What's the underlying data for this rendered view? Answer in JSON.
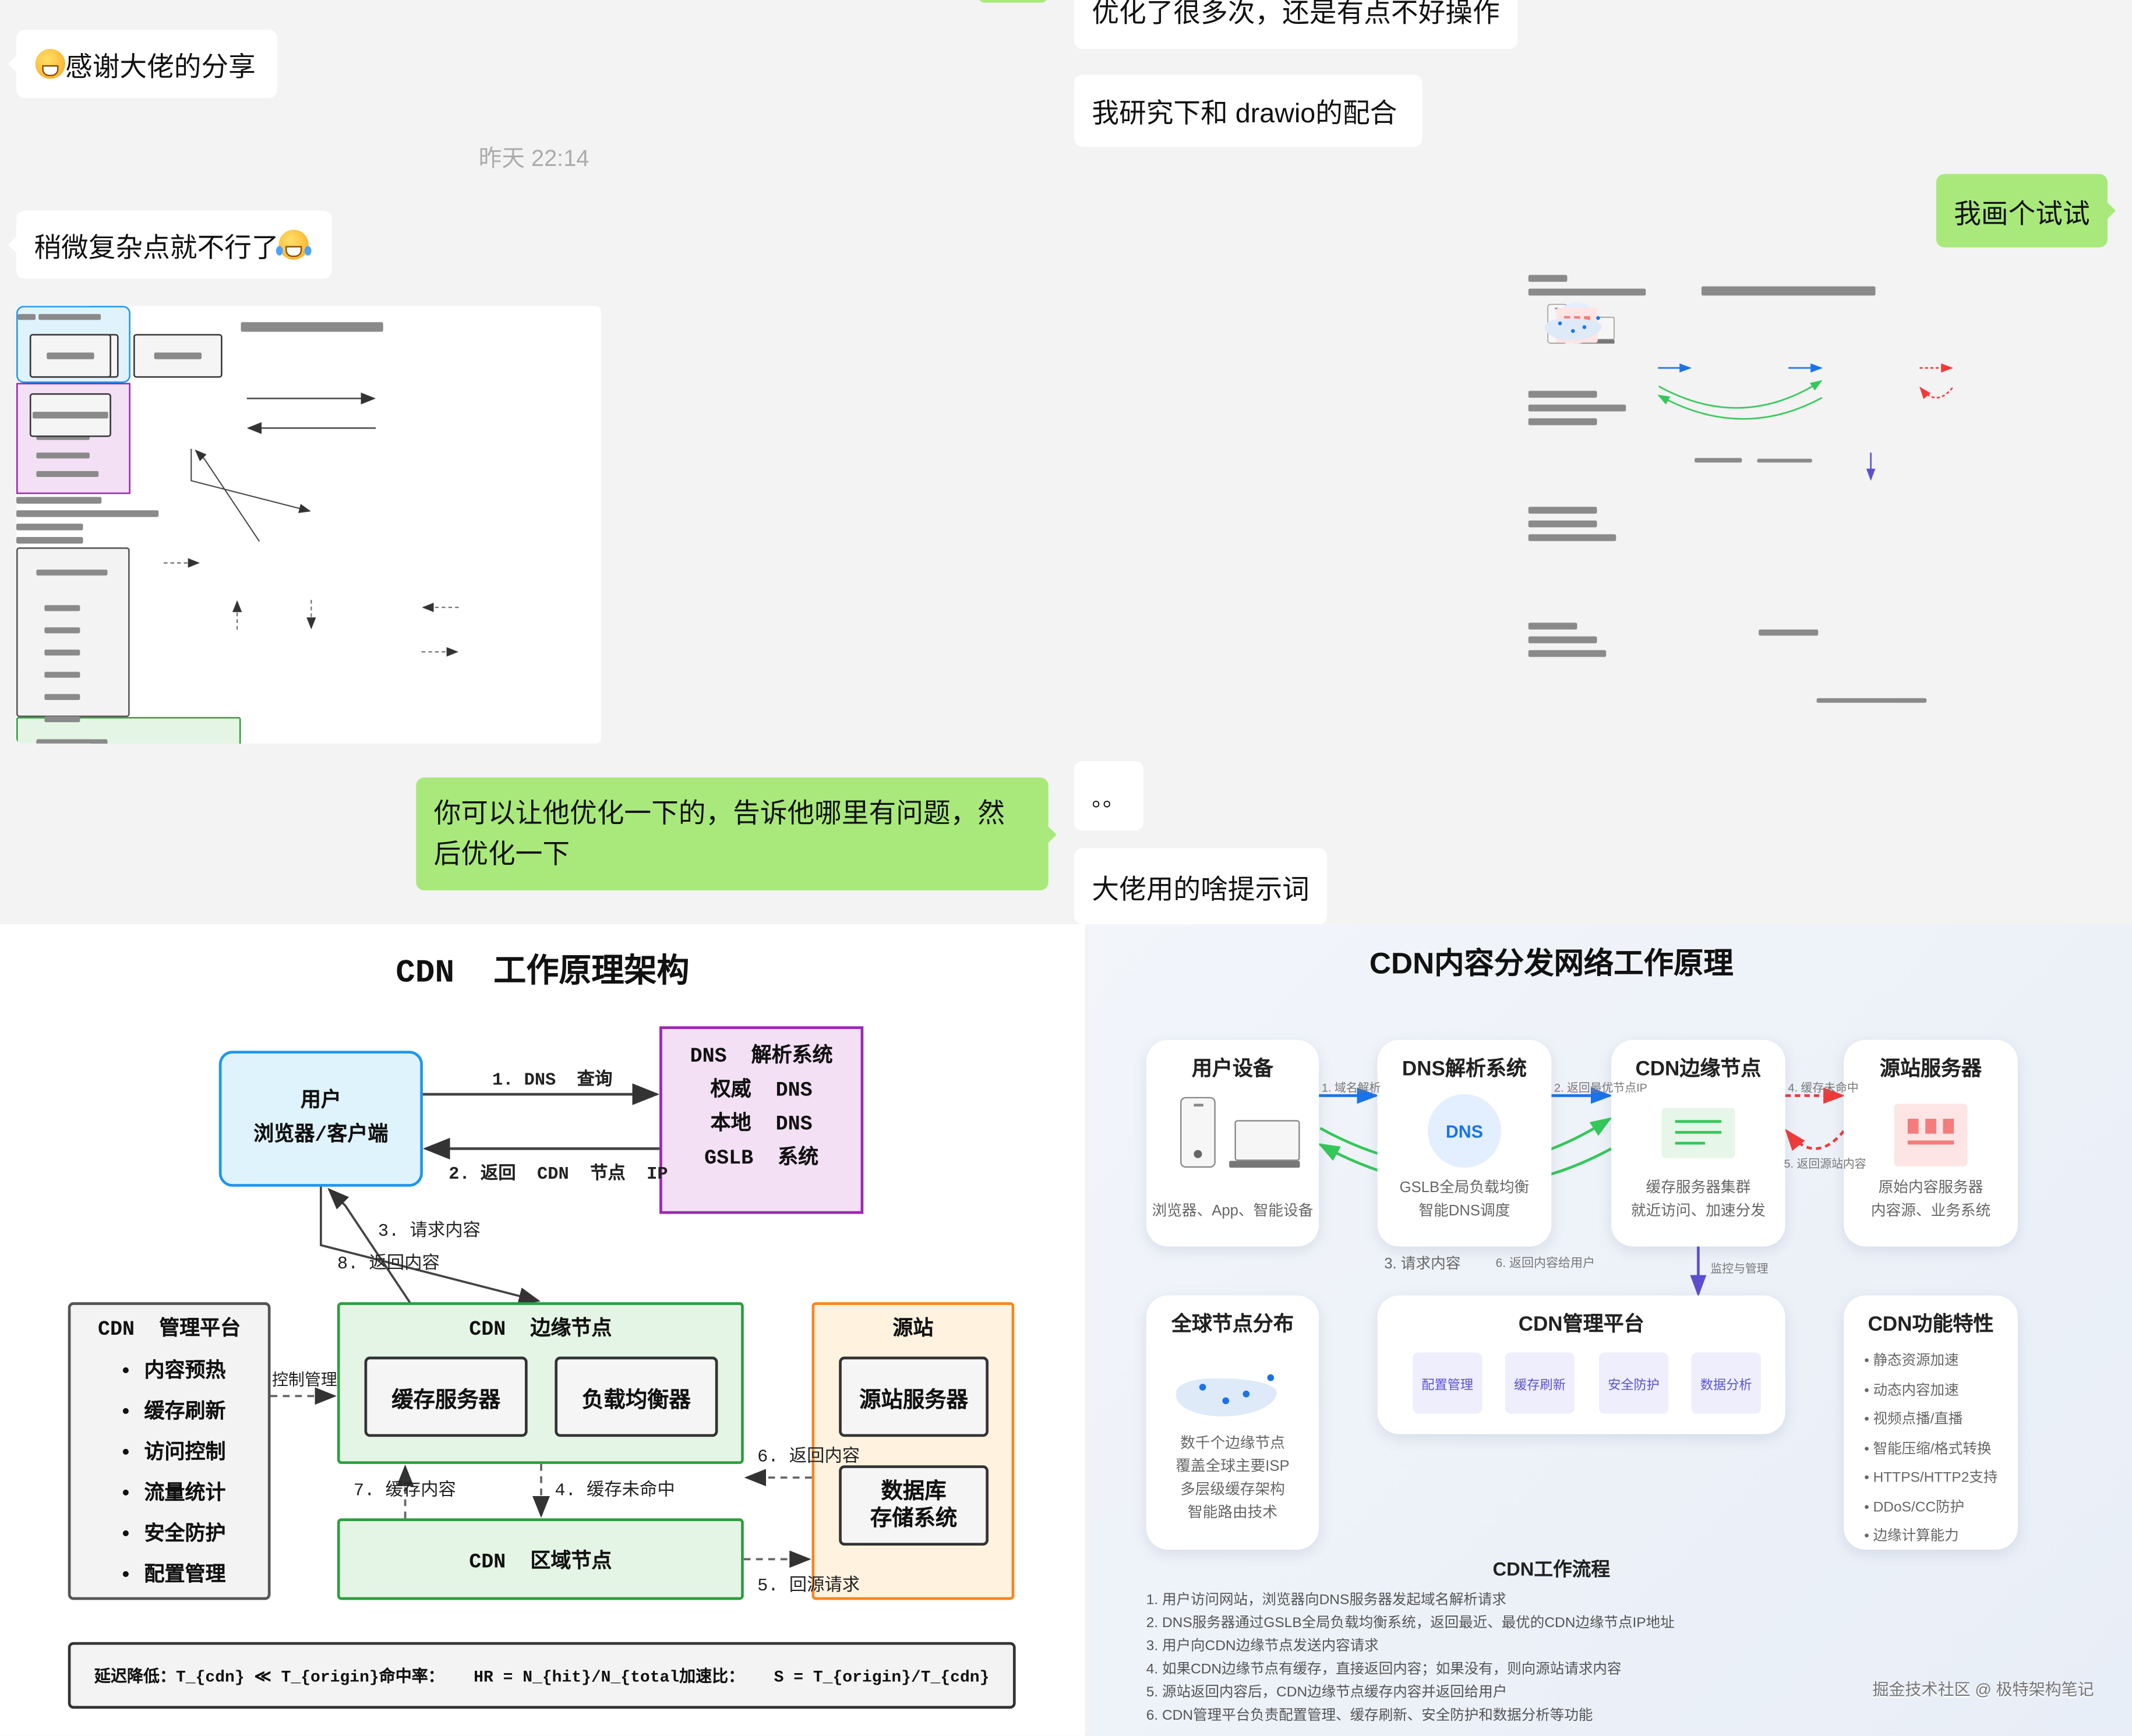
{
  "chat": {
    "top_right_partial_text": "优化了很多次，还是有点不好操作",
    "msg_thanks": {
      "emoji": "grin",
      "text": "感谢大佬的分享"
    },
    "timestamp": "昨天 22:14",
    "msg_drawio": "我研究下和 drawio的配合",
    "msg_try": "我画个试试",
    "msg_complex": {
      "text": "稍微复杂点就不行了",
      "emoji": "tears-of-joy"
    },
    "msg_optimize": "你可以让他优化一下的，告诉他哪里有问题，然后优化一下",
    "msg_dots": "。。",
    "msg_prompt": "大佬用的啥提示词",
    "colors": {
      "background": "#f3f3f3",
      "incoming_bubble": "#ffffff",
      "outgoing_bubble": "#a9e97b"
    }
  },
  "diagram_a": {
    "title": "CDN  工作原理架构",
    "user": {
      "line1": "用户",
      "line2": "浏览器/客户端"
    },
    "dns": {
      "lines": [
        "DNS  解析系统",
        "权威  DNS",
        "本地  DNS",
        "GSLB  系统"
      ]
    },
    "mgmt": {
      "title": "CDN  管理平台",
      "items": [
        "内容预热",
        "缓存刷新",
        "访问控制",
        "流量统计",
        "安全防护",
        "配置管理"
      ]
    },
    "edge": {
      "title": "CDN  边缘节点",
      "cache": "缓存服务器",
      "lb": "负载均衡器"
    },
    "origin": {
      "title": "源站",
      "server": "源站服务器",
      "db": "数据库\n存储系统"
    },
    "region": {
      "title": "CDN  区域节点"
    },
    "labels": {
      "dns_query": "1. DNS  查询",
      "return_ip": "2. 返回  CDN  节点  IP",
      "request": "3. 请求内容",
      "return_content": "8. 返回内容",
      "control": "控制管理",
      "cache_content": "7. 缓存内容",
      "cache_miss": "4. 缓存未命中",
      "origin_return": "6. 返回内容",
      "origin_request": "5. 回源请求"
    },
    "formula": "延迟降低：T_{cdn} ≪ T_{origin}命中率：   HR = N_{hit}/N_{total加速比：   S = T_{origin}/T_{cdn}",
    "colors": {
      "user": "#1e96f0",
      "dns": "#9c27b0",
      "edge": "#2e9e3e",
      "origin": "#f5871f",
      "mgmt": "#555555"
    }
  },
  "diagram_b": {
    "title": "CDN内容分发网络工作原理",
    "cards": {
      "user": {
        "title": "用户设备",
        "caption": "浏览器、App、智能设备"
      },
      "dns": {
        "title": "DNS解析系统",
        "badge": "DNS",
        "captions": [
          "GSLB全局负载均衡",
          "智能DNS调度"
        ]
      },
      "edge": {
        "title": "CDN边缘节点",
        "captions": [
          "缓存服务器集群",
          "就近访问、加速分发"
        ]
      },
      "origin": {
        "title": "源站服务器",
        "captions": [
          "原始内容服务器",
          "内容源、业务系统"
        ]
      },
      "global": {
        "title": "全球节点分布",
        "lines": [
          "数千个边缘节点",
          "覆盖全球主要ISP",
          "多层级缓存架构",
          "智能路由技术"
        ]
      },
      "mgmt": {
        "title": "CDN管理平台",
        "chips": [
          "配置管理",
          "缓存刷新",
          "安全防护",
          "数据分析"
        ]
      },
      "features": {
        "title": "CDN功能特性",
        "items": [
          "静态资源加速",
          "动态内容加速",
          "视频点播/直播",
          "智能压缩/格式转换",
          "HTTPS/HTTP2支持",
          "DDoS/CC防护",
          "边缘计算能力"
        ]
      }
    },
    "arrows": {
      "a1": "1. 域名解析",
      "a2": "2. 返回最优节点IP",
      "a3": "3. 请求内容",
      "a4": "4. 缓存未命中",
      "a5": "5. 返回源站内容",
      "a6": "6. 返回内容给用户",
      "monitor": "监控与管理"
    },
    "flow_title": "CDN工作流程",
    "steps": [
      "1. 用户访问网站，浏览器向DNS服务器发起域名解析请求",
      "2. DNS服务器通过GSLB全局负载均衡系统，返回最近、最优的CDN边缘节点IP地址",
      "3. 用户向CDN边缘节点发送内容请求",
      "4. 如果CDN边缘节点有缓存，直接返回内容；如果没有，则向源站请求内容",
      "5. 源站返回内容后，CDN边缘节点缓存内容并返回给用户",
      "6. CDN管理平台负责配置管理、缓存刷新、安全防护和数据分析等功能"
    ],
    "watermark": "掘金技术社区 @ 极特架构笔记",
    "colors": {
      "blue": "#1a73e8",
      "green": "#34c759",
      "red": "#f03a3a",
      "purple": "#5b4fcf"
    }
  }
}
